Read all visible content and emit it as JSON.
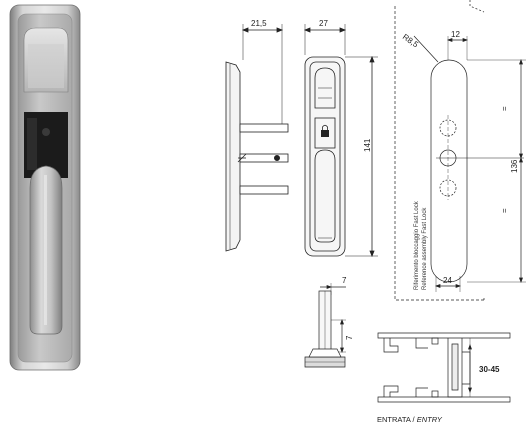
{
  "photo": {
    "alt": "chrome flush pull handle with lock cylinder"
  },
  "drawing": {
    "side_view": {
      "width_dim": "21,5"
    },
    "front_view": {
      "width_dim": "27",
      "height_dim": "141",
      "lock_symbol": "padlock-icon"
    },
    "mounting_plate": {
      "radius_dim": "R8,5",
      "top_dim": "12",
      "bottom_dim": "24",
      "height_dim": "136",
      "equal_top": "=",
      "equal_bottom": "=",
      "note_line_1": "Riferimento bloccaggio Fast Lock",
      "note_line_2": "Reference assembly Fast Lock"
    },
    "detail_view": {
      "dim_top": "7",
      "dim_side": "7"
    },
    "profile_section": {
      "thickness_dim": "30-45",
      "entry_label_it": "ENTRATA /",
      "entry_label_en": "ENTRY"
    }
  }
}
